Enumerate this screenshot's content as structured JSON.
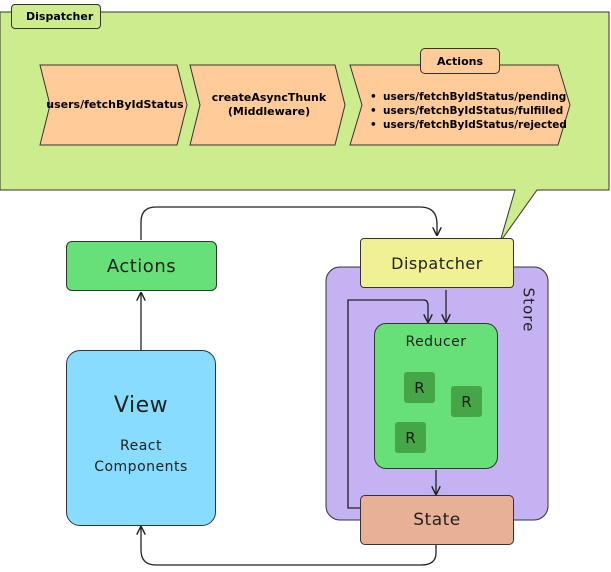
{
  "callout": {
    "title": "Dispatcher",
    "steps": [
      "users/fetchByIdStatus",
      "createAsyncThunk\n(Middleware)"
    ],
    "actions_tag": "Actions",
    "actions_list": [
      "users/fetchByIdStatus/pending",
      "users/fetchByIdStatus/fulfilled",
      "users/fetchByIdStatus/rejected"
    ]
  },
  "diagram": {
    "actions": "Actions",
    "view_title": "View",
    "view_subtitle": "React\nComponents",
    "dispatcher": "Dispatcher",
    "store": "Store",
    "reducer": "Reducer",
    "r_labels": [
      "R",
      "R",
      "R"
    ],
    "state": "State"
  },
  "colors": {
    "callout_bg": "#ccec8e",
    "chevron": "#ffcc99",
    "actions_box": "#66e077",
    "view_box": "#88ddff",
    "dispatcher_box": "#f0f095",
    "store_bg": "#c5b2f2",
    "reducer_box": "#66e077",
    "r_box": "#45a547",
    "state_box": "#e8b196"
  }
}
